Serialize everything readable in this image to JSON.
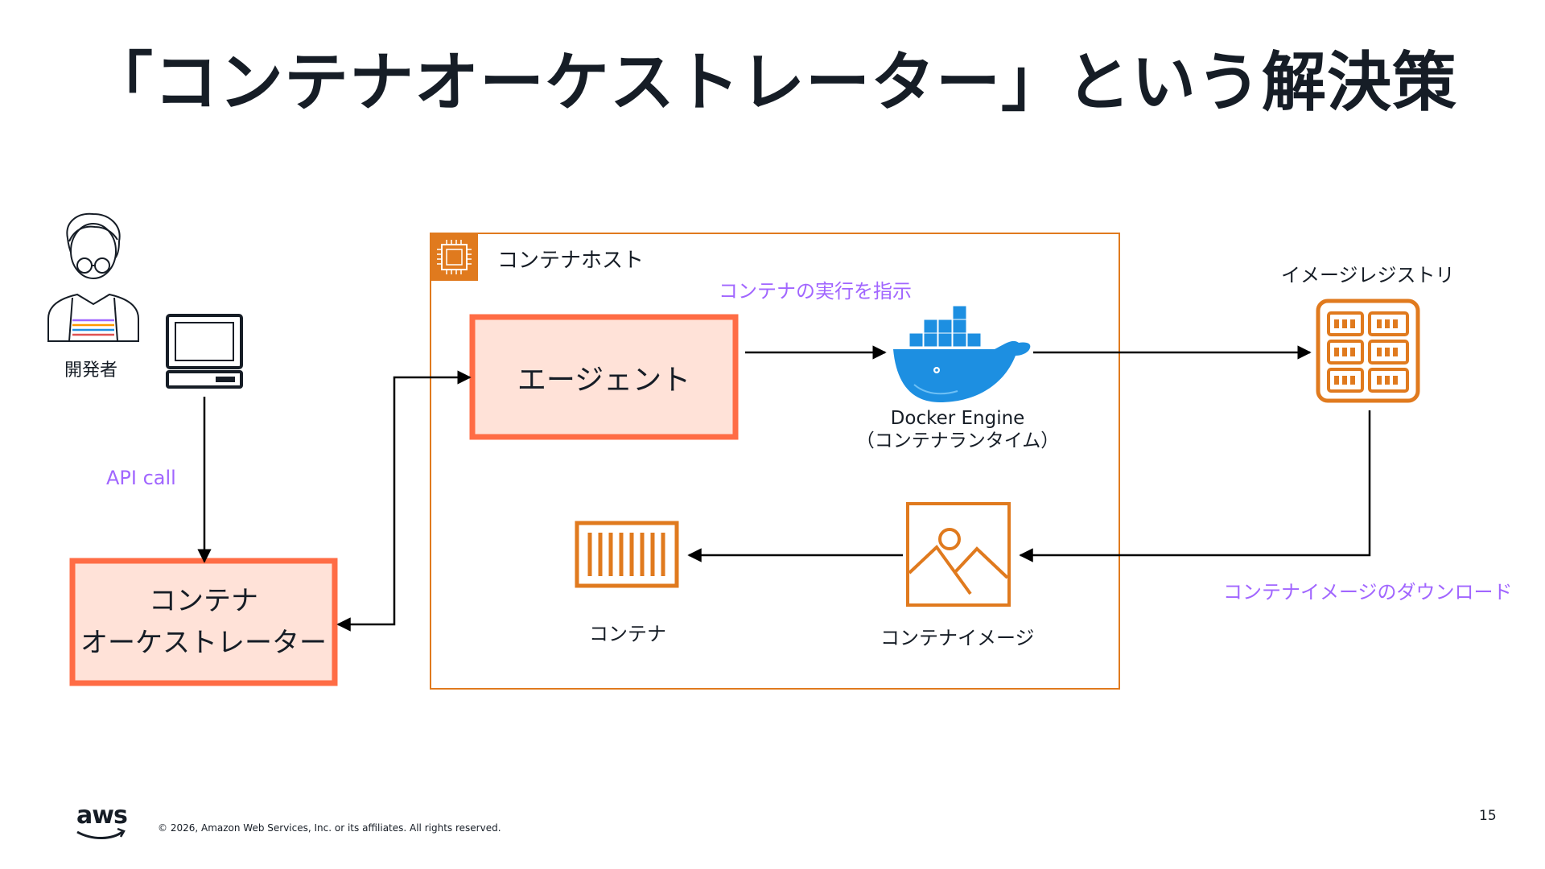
{
  "slide": {
    "title": "「コンテナオーケストレーター」という解決策",
    "page_number": "15",
    "copyright": "© 2026, Amazon Web Services, Inc. or its affiliates. All rights reserved.",
    "logo_text": "aws"
  },
  "diagram": {
    "developer_label": "開発者",
    "api_call_label": "API call",
    "orchestrator_line1": "コンテナ",
    "orchestrator_line2": "オーケストレーター",
    "host_label": "コンテナホスト",
    "instruct_label": "コンテナの実行を指示",
    "agent_label": "エージェント",
    "docker_line1": "Docker Engine",
    "docker_line2": "（コンテナランタイム）",
    "registry_label": "イメージレジストリ",
    "download_label": "コンテナイメージのダウンロード",
    "image_label": "コンテナイメージ",
    "container_label": "コンテナ"
  },
  "colors": {
    "orange": "#e07a1e",
    "salmon_border": "#ff6c45",
    "salmon_fill": "#ffe2d8",
    "purple": "#a166ff",
    "docker_blue": "#1d8fe1",
    "text": "#161d26"
  },
  "icons": {
    "developer": "developer-icon",
    "computer": "computer-icon",
    "chip": "chip-icon",
    "docker": "docker-whale-icon",
    "registry": "registry-icon",
    "image": "image-icon",
    "container": "container-icon",
    "aws_logo": "aws-logo-icon"
  }
}
